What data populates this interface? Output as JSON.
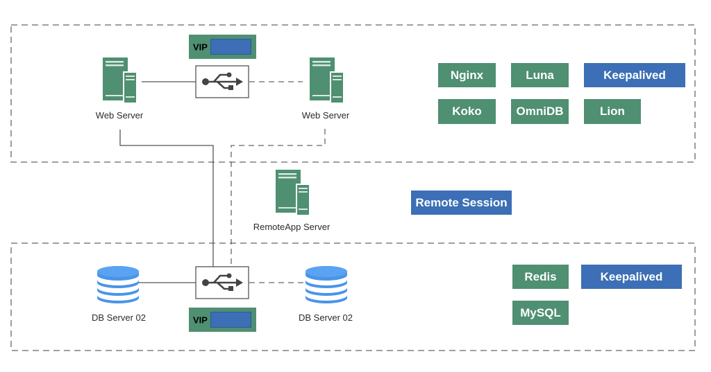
{
  "colors": {
    "server": "#4f8f72",
    "server_line": "#d8e9e0",
    "database": "#4a94ea",
    "tag_green": "#4f8f72",
    "tag_blue": "#3c6fb5",
    "line": "#555555",
    "dash": "#666666"
  },
  "top_zone": {
    "web_server_left": {
      "label": "Web Server"
    },
    "web_server_right": {
      "label": "Web Server"
    },
    "vip": {
      "label": "VIP"
    },
    "services": [
      {
        "label": "Nginx",
        "color": "green"
      },
      {
        "label": "Luna",
        "color": "green"
      },
      {
        "label": "Keepalived",
        "color": "blue"
      },
      {
        "label": "Koko",
        "color": "green"
      },
      {
        "label": "OmniDB",
        "color": "green"
      },
      {
        "label": "Lion",
        "color": "green"
      }
    ]
  },
  "middle": {
    "remoteapp_server": {
      "label": "RemoteApp Server"
    },
    "remote_session": {
      "label": "Remote Session",
      "color": "blue"
    }
  },
  "bottom_zone": {
    "db_server_left": {
      "label": "DB Server 02"
    },
    "db_server_right": {
      "label": "DB Server 02"
    },
    "vip": {
      "label": "VIP"
    },
    "services": [
      {
        "label": "Redis",
        "color": "green"
      },
      {
        "label": "Keepalived",
        "color": "blue"
      },
      {
        "label": "MySQL",
        "color": "green"
      }
    ]
  }
}
